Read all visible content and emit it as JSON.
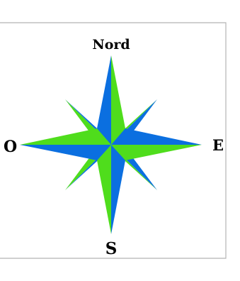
{
  "compass": {
    "labels": {
      "north": "Nord",
      "east": "E",
      "south": "S",
      "west": "O"
    },
    "colors": {
      "blue": "#0b6fe0",
      "green": "#4fdd1c",
      "frame": "#b5b5b5",
      "text": "#000000"
    }
  }
}
